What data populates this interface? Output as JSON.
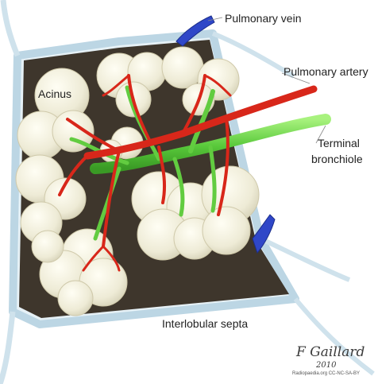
{
  "labels": {
    "pulmonary_vein": "Pulmonary vein",
    "pulmonary_artery": "Pulmonary artery",
    "terminal_bronchiole_line1": "Terminal",
    "terminal_bronchiole_line2": "bronchiole",
    "acinus": "Acinus",
    "interlobular_septa": "Interlobular septa"
  },
  "signature": {
    "name": "F Gaillard",
    "year": "2010"
  },
  "credit": "Radiopaedia.org CC-NC-SA-BY",
  "colors": {
    "background": "#ffffff",
    "lobule_fill": "#3e362c",
    "septa": "#cfe2ec",
    "acini": "#f1efdd",
    "artery": "#d8271a",
    "bronchiole": "#6fd34b",
    "vein": "#2f47c8"
  }
}
